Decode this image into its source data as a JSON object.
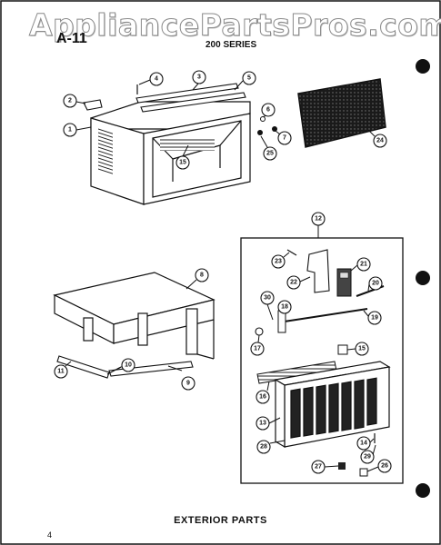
{
  "watermark": "AppliancePartsPros.com",
  "page_code": "A-11",
  "series_label": "200 SERIES",
  "footer_title": "EXTERIOR PARTS",
  "corner_mark": "4",
  "callouts": [
    "1",
    "2",
    "3",
    "4",
    "5",
    "6",
    "7",
    "8",
    "9",
    "10",
    "11",
    "12",
    "13",
    "14",
    "15",
    "15",
    "16",
    "17",
    "18",
    "19",
    "20",
    "21",
    "22",
    "23",
    "24",
    "25",
    "26",
    "27",
    "28",
    "29",
    "30"
  ],
  "colors": {
    "ink": "#111111",
    "paper": "#ffffff",
    "watermark_outline": "#8a8a8a"
  }
}
